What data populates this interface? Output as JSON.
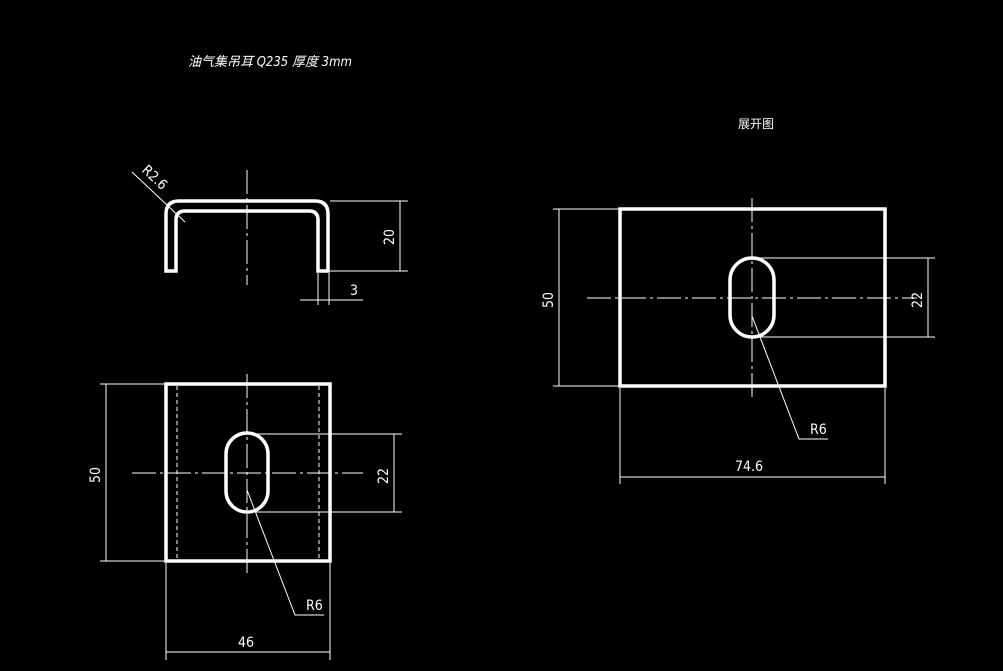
{
  "title": "油气集吊耳  Q235  厚度 3mm",
  "flat_pattern_label": "展开图",
  "side_view": {
    "bend_radius": "R2.6",
    "height": "20",
    "thickness": "3"
  },
  "top_view": {
    "height": "50",
    "width": "46",
    "slot_length": "22",
    "slot_radius": "R6"
  },
  "flat_view": {
    "height": "50",
    "width": "74.6",
    "slot_length": "22",
    "slot_radius": "R6"
  },
  "colors": {
    "background": "#000000",
    "lines": "#ffffff"
  }
}
